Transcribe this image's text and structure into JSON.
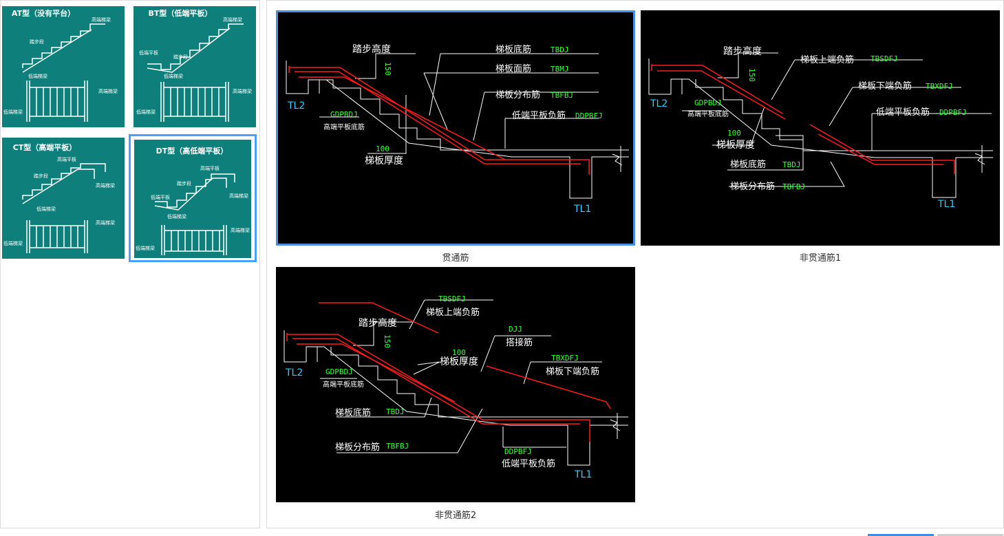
{
  "types": [
    {
      "title": "AT型（没有平台）",
      "labels": [
        "踏步段",
        "高端梯梁",
        "低端梯梁",
        "高端梯梁",
        "低端梯梁"
      ]
    },
    {
      "title": "BT型（低端平板）",
      "labels": [
        "踏步段",
        "低端平板",
        "高端梯梁",
        "低端梯梁",
        "高端梯梁",
        "低端梯梁"
      ]
    },
    {
      "title": "CT型（高端平板）",
      "labels": [
        "高端平板",
        "踏步段",
        "高端梯梁",
        "低端梯梁",
        "高端梯梁",
        "低端梯梁"
      ]
    },
    {
      "title": "DT型（高低端平板）",
      "labels": [
        "高端平板",
        "踏步段",
        "低端平板",
        "高端梯梁",
        "低端梯梁",
        "高端梯梁",
        "低端梯梁"
      ]
    }
  ],
  "images": [
    {
      "caption": "贯通筋",
      "labels": {
        "tread": "踏步高度",
        "tread_val": "150",
        "tb_bottom": "梯板底筋",
        "tb_bottom_code": "TBDJ",
        "tb_top": "梯板面筋",
        "tb_top_code": "TBMJ",
        "tb_dist": "梯板分布筋",
        "tb_dist_code": "TBFBJ",
        "low_neg": "低端平板负筋",
        "low_neg_code": "DDPBFJ",
        "tl2": "TL2",
        "gdp_code": "GDPBDJ",
        "gdp": "高端平板底筋",
        "thick_val": "100",
        "thick": "梯板厚度",
        "tl1": "TL1"
      }
    },
    {
      "caption": "非贯通筋1",
      "labels": {
        "tread": "踏步高度",
        "tread_val": "150",
        "up_neg": "梯板上端负筋",
        "up_neg_code": "TBSDFJ",
        "down_neg": "梯板下端负筋",
        "down_neg_code": "TBXDFJ",
        "low_neg": "低端平板负筋",
        "low_neg_code": "DDPBFJ",
        "tl2": "TL2",
        "gdp_code": "GDPBDJ",
        "gdp": "高端平板底筋",
        "thick_val": "100",
        "thick": "梯板厚度",
        "tb_bottom": "梯板底筋",
        "tb_bottom_code": "TBDJ",
        "tb_dist": "梯板分布筋",
        "tb_dist_code": "TBFBJ",
        "tl1": "TL1"
      }
    },
    {
      "caption": "非贯通筋2",
      "labels": {
        "up_neg_code": "TBSDFJ",
        "up_neg": "梯板上端负筋",
        "tread": "踏步高度",
        "tread_val": "150",
        "djj_code": "DJJ",
        "djj": "搭接筋",
        "thick_val": "100",
        "thick": "梯板厚度",
        "down_neg_code": "TBXDFJ",
        "down_neg": "梯板下端负筋",
        "tl2": "TL2",
        "gdp_code": "GDPBDJ",
        "gdp": "高端平板底筋",
        "tb_bottom": "梯板底筋",
        "tb_bottom_code": "TBDJ",
        "tb_dist": "梯板分布筋",
        "tb_dist_code": "TBFBJ",
        "low_neg_code": "DDPBFJ",
        "low_neg": "低端平板负筋",
        "tl1": "TL1"
      }
    }
  ],
  "colors": {
    "teal": "#0f7f7c",
    "select_blue": "#4a90e2",
    "rebar_red": "#ff1a1a",
    "code_green": "#33ff33",
    "tl_cyan": "#33ccff"
  }
}
